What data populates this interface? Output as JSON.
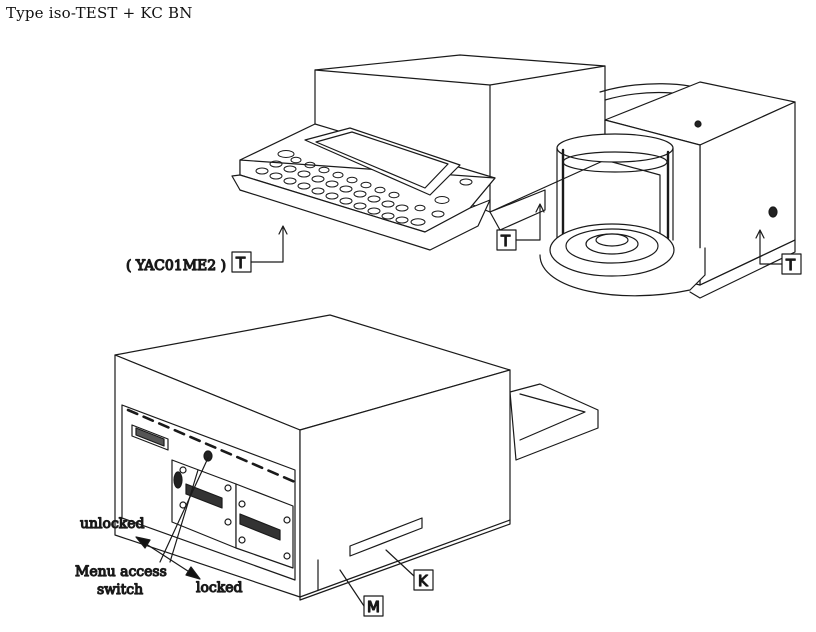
{
  "title": "Type iso-TEST + KC BN",
  "labels": {
    "part_number": "( YAC01ME2 )",
    "tag_t": "T",
    "tag_m": "M",
    "tag_k": "K",
    "unlocked": "unlocked",
    "locked": "locked",
    "menu_access_line1": "Menu access",
    "menu_access_line2": "switch"
  }
}
